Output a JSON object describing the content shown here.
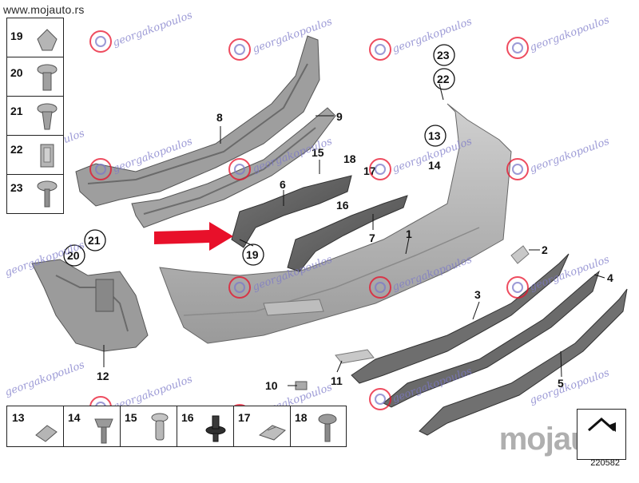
{
  "site_url": "www.mojauto.rs",
  "watermark_text": "georgakopoulos",
  "brand_watermark": "mojauto",
  "diagram_code": "220582",
  "accent_color": "#e8102a",
  "part_color": "#a9a9a9",
  "fastener_legend_left": [
    "19",
    "20",
    "21",
    "22",
    "23"
  ],
  "fastener_legend_bottom": [
    "13",
    "14",
    "15",
    "16",
    "17",
    "18"
  ],
  "callouts": {
    "c1": "1",
    "c2": "2",
    "c3": "3",
    "c4": "4",
    "c5": "5",
    "c6": "6",
    "c7": "7",
    "c8": "8",
    "c9": "9",
    "c10": "10",
    "c11": "11",
    "c12": "12",
    "c13": "13",
    "c14": "14",
    "c15": "15",
    "c16": "16",
    "c17": "17",
    "c18": "18",
    "c19": "19",
    "c20": "20",
    "c21": "21",
    "c22": "22",
    "c23": "23"
  }
}
